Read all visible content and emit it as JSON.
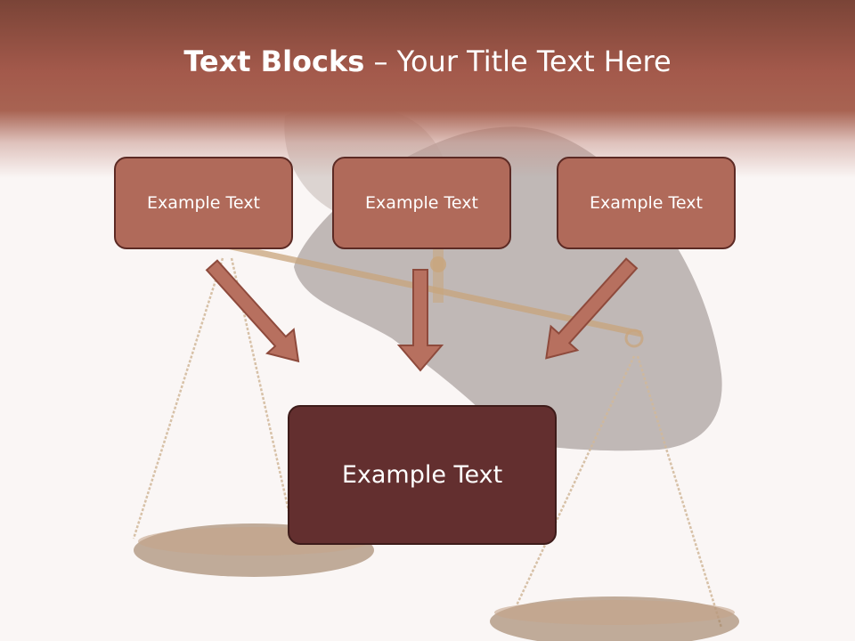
{
  "title": {
    "bold": "Text Blocks",
    "dash": " – ",
    "rest": "Your Title Text Here"
  },
  "boxes": [
    "Example Text",
    "Example Text",
    "Example Text"
  ],
  "main_box": "Example Text",
  "colors": {
    "header": "#a86352",
    "box_fill": "#b06a5a",
    "box_border": "#5c2a24",
    "main_fill": "#632f2f",
    "arrow_fill": "#b7705f"
  },
  "icons": [
    "scales-of-justice-image",
    "arrow-down-right-icon",
    "arrow-down-icon",
    "arrow-down-left-icon"
  ]
}
